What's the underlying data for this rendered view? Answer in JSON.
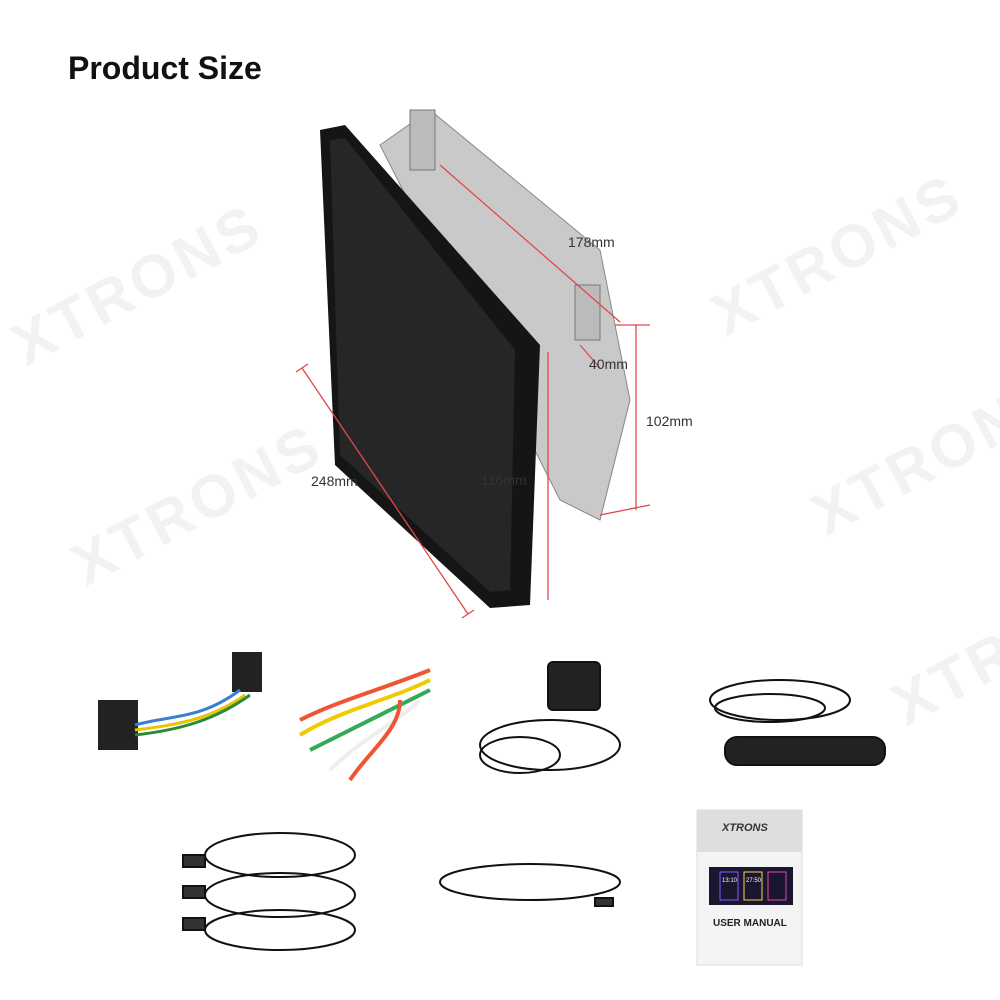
{
  "header": {
    "title": "Product Size"
  },
  "dimensions": {
    "width": "248mm",
    "depth": "178mm",
    "chassis_height": "40mm",
    "height": "102mm",
    "panel_height": "116mm"
  },
  "watermark": "XTRONS",
  "accessories": {
    "items": [
      "wiring-harness",
      "rca-cable",
      "gps-antenna",
      "dab-antenna",
      "usb-cables",
      "extension-cable",
      "user-manual"
    ],
    "manual": {
      "brand": "XTRONS",
      "title": "USER MANUAL",
      "screen_time_1": "13:10",
      "screen_time_2": "27:50"
    }
  },
  "colors": {
    "dimension_line": "#e0474c",
    "device": "#151515"
  }
}
